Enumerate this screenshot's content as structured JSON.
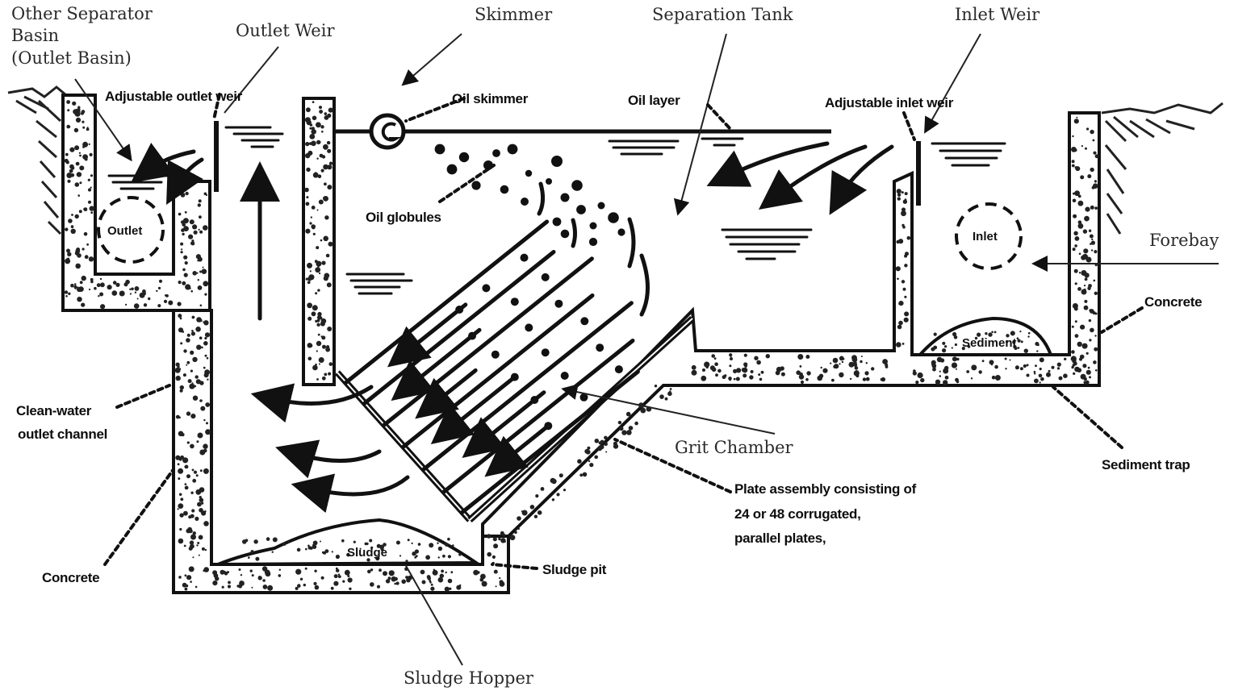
{
  "figure": {
    "type": "cross-section diagram",
    "subject": "Oil-water separator with plate assembly"
  },
  "labels": {
    "other_separator_basin": [
      "Other Separator",
      "Basin",
      "(Outlet Basin)"
    ],
    "outlet_weir": "Outlet Weir",
    "skimmer": "Skimmer",
    "separation_tank": "Separation Tank",
    "inlet_weir": "Inlet Weir",
    "forebay": "Forebay",
    "concrete_right": "Concrete",
    "sediment_trap": "Sediment trap",
    "grit_chamber": "Grit Chamber",
    "plate_assembly": [
      "Plate assembly consisting of",
      "24 or 48 corrugated,",
      "parallel plates,"
    ],
    "sludge_pit": "Sludge pit",
    "sludge_hopper": "Sludge Hopper",
    "concrete_left": "Concrete",
    "clean_water_outlet": [
      "Clean-water",
      "outlet channel"
    ],
    "adjustable_outlet_weir": "Adjustable outlet weir",
    "oil_skimmer": "Oil skimmer",
    "oil_layer": "Oil layer",
    "adjustable_inlet_weir": "Adjustable inlet weir",
    "oil_globules": "Oil globules"
  },
  "inner_labels": {
    "outlet": "Outlet",
    "inlet": "Inlet",
    "sediment": "Sediment",
    "sludge": "Sludge"
  },
  "colors": {
    "ink": "#111111",
    "background": "#ffffff",
    "serif_text": "#2a2a2a"
  }
}
